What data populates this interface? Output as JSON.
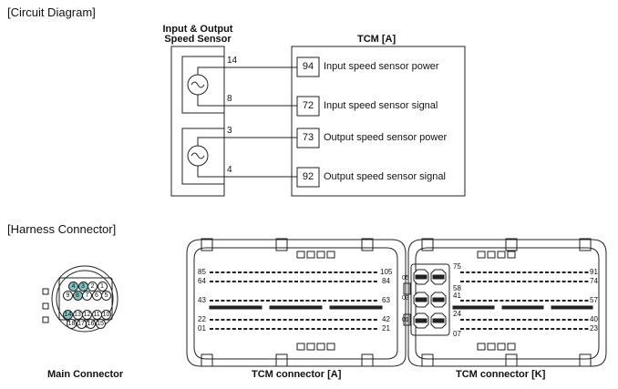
{
  "sections": {
    "circuit": "[Circuit Diagram]",
    "harness": "[Harness Connector]"
  },
  "sensor": {
    "title_line1": "Input & Output",
    "title_line2": "Speed Sensor"
  },
  "tcm": {
    "title": "TCM [A]",
    "terminals": [
      {
        "sensor_pin": "14",
        "tcm_pin": "94",
        "label": "Input speed sensor power"
      },
      {
        "sensor_pin": "8",
        "tcm_pin": "72",
        "label": "Input speed sensor signal"
      },
      {
        "sensor_pin": "3",
        "tcm_pin": "73",
        "label": "Output speed sensor power"
      },
      {
        "sensor_pin": "4",
        "tcm_pin": "92",
        "label": "Output speed sensor signal"
      }
    ]
  },
  "main_connector": {
    "caption": "Main Connector",
    "pins_row1": [
      "4",
      "3",
      "2",
      "1"
    ],
    "pins_row2": [
      "9",
      "8",
      "7",
      "6",
      "5"
    ],
    "pins_row3": [
      "14",
      "13",
      "12",
      "11",
      "10"
    ],
    "pins_row4": [
      "18",
      "17",
      "16",
      "15"
    ],
    "highlighted": [
      "4",
      "3",
      "8",
      "14"
    ]
  },
  "tcm_a": {
    "caption": "TCM connector [A]",
    "left_numbers": [
      "85",
      "64",
      "43",
      "22",
      "01"
    ],
    "right_numbers": [
      "105",
      "84",
      "63",
      "42",
      "21"
    ]
  },
  "tcm_k": {
    "caption": "TCM connector [K]",
    "left_numbers": [
      "75",
      "58",
      "41",
      "24",
      "07"
    ],
    "cavity_numbers": [
      "05",
      "03",
      "01"
    ],
    "right_numbers": [
      "91",
      "74",
      "57",
      "40",
      "23"
    ]
  },
  "colors": {
    "line": "#222222",
    "highlight": "#7fc4c4"
  }
}
